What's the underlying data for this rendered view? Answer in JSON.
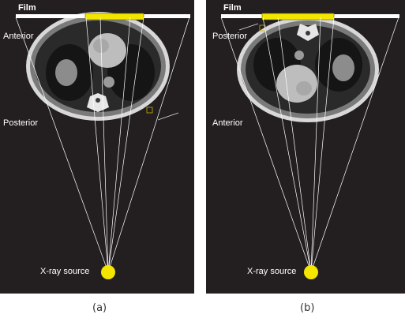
{
  "panels": [
    {
      "film_label": "Film",
      "top_label": "Anterior",
      "bottom_label": "Posterior",
      "source_label": "X-ray source",
      "caption": "(a)"
    },
    {
      "film_label": "Film",
      "top_label": "Posterior",
      "bottom_label": "Anterior",
      "source_label": "X-ray source",
      "caption": "(b)"
    }
  ],
  "colors": {
    "background": "#231f20",
    "film": "#ffffff",
    "film_highlight": "#f2e600",
    "source": "#f5e600",
    "beam": "#ffffff"
  }
}
